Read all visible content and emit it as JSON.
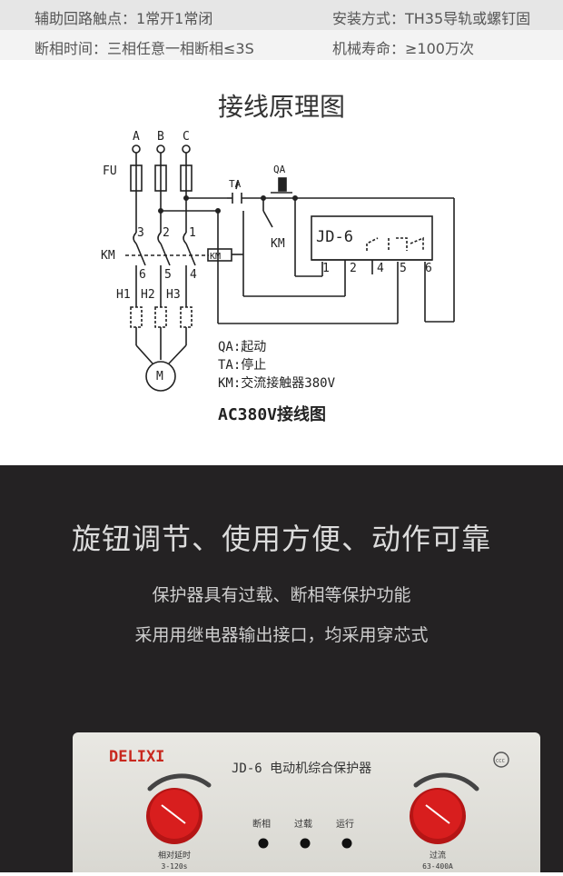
{
  "spec_rows": [
    {
      "left": "辅助回路触点：1常开1常闭",
      "right": "安装方式：TH35导轨或螺钉固"
    },
    {
      "left": "断相时间：三相任意一相断相≤3S",
      "right": "机械寿命：≥100万次"
    }
  ],
  "wiring": {
    "title": "接线原理图",
    "phases": [
      "A",
      "B",
      "C"
    ],
    "fuse_label": "FU",
    "stop_label": "TA",
    "start_label": "QA",
    "contactor_label": "KM",
    "contactor_coil_label": "KM",
    "contactor_aux_label": "KM",
    "protector_label": "JD-6",
    "terminals": [
      "1",
      "2",
      "4",
      "5",
      "6"
    ],
    "contact_numbers_top": [
      "3",
      "2",
      "1"
    ],
    "contact_numbers_bottom": [
      "6",
      "5",
      "4"
    ],
    "heater_labels": [
      "H1",
      "H2",
      "H3"
    ],
    "motor_label": "M",
    "legend": [
      "QA:起动",
      "TA:停止",
      "KM:交流接触器380V"
    ],
    "caption": "AC380V接线图"
  },
  "feature": {
    "headline": "旋钮调节、使用方便、动作可靠",
    "line1": "保护器具有过载、断相等保护功能",
    "line2": "采用用继电器输出接口，均采用穿芯式"
  },
  "device": {
    "brand": "DELIXI",
    "model_title": "JD-6  电动机综合保护器",
    "indicators": [
      "断相",
      "过载",
      "运行"
    ],
    "left_knob_label": "相对延时",
    "left_knob_range": "3-120s",
    "right_knob_label": "过流",
    "right_knob_range": "63-400A",
    "cert_mark": "CCC",
    "colors": {
      "brand_red": "#c8281e",
      "knob_red": "#d81e1e",
      "panel": "#e4e3de"
    }
  }
}
